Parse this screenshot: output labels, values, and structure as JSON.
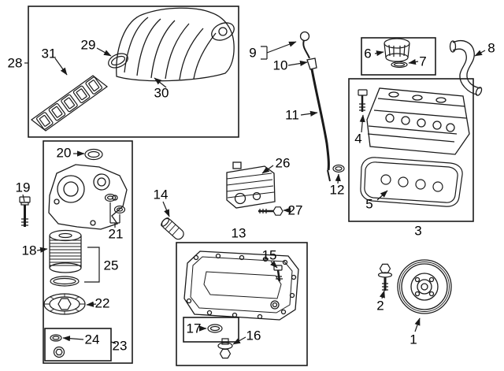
{
  "meta": {
    "background_color": "#ffffff",
    "line_color": "#1a1a1a",
    "figure_style": "exploded-parts-line-art"
  },
  "callouts": {
    "c1": "1",
    "c2": "2",
    "c3": "3",
    "c4": "4",
    "c5": "5",
    "c6": "6",
    "c7": "7",
    "c8": "8",
    "c9": "9",
    "c10": "10",
    "c11": "11",
    "c12": "12",
    "c13": "13",
    "c14": "14",
    "c15": "15",
    "c16": "16",
    "c17": "17",
    "c18": "18",
    "c19": "19",
    "c20": "20",
    "c21": "21",
    "c22": "22",
    "c23": "23",
    "c24": "24",
    "c25": "25",
    "c26": "26",
    "c27": "27",
    "c28": "28",
    "c29": "29",
    "c30": "30",
    "c31": "31"
  }
}
